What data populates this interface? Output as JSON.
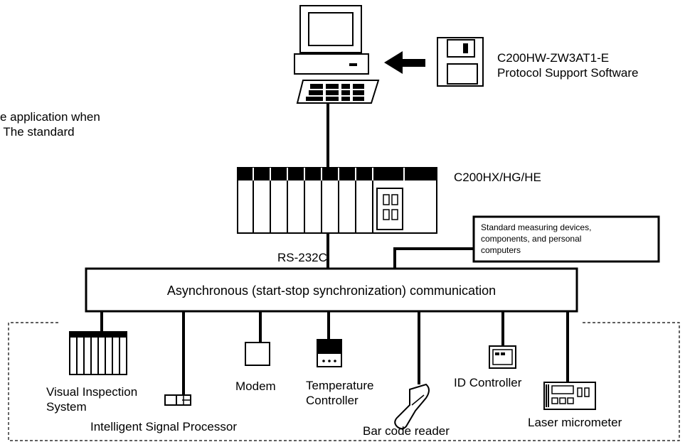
{
  "intro_text": {
    "line1": "e application when",
    "line2": " The standard"
  },
  "software": {
    "line1": "C200HW-ZW3AT1-E",
    "line2": "Protocol Support Software"
  },
  "plc_label": "C200HX/HG/HE",
  "callout": {
    "line1": "Standard measuring devices,",
    "line2": "components, and personal",
    "line3": "computers"
  },
  "rs232c_label": "RS-232C",
  "comm_box_label": "Asynchronous (start-stop synchronization) communication",
  "devices": {
    "visual_inspection": {
      "line1": "Visual Inspection",
      "line2": "System"
    },
    "signal_processor": "Intelligent Signal Processor",
    "modem": "Modem",
    "temp_controller": {
      "line1": "Temperature",
      "line2": "Controller"
    },
    "bar_code_reader": "Bar code reader",
    "id_controller": "ID Controller",
    "laser_micrometer": "Laser micrometer"
  },
  "colors": {
    "line": "#000000",
    "background": "#ffffff"
  }
}
